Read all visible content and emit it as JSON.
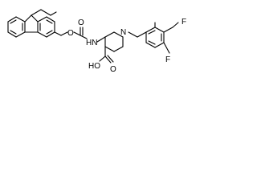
{
  "molecule": {
    "atoms": {
      "o_ester": "O",
      "o_carbonyl": "O",
      "nh": "HN",
      "n_ring": "N",
      "cooh": "HO",
      "o_acid": "O",
      "f_top": "F",
      "f_bottom": "F"
    }
  }
}
